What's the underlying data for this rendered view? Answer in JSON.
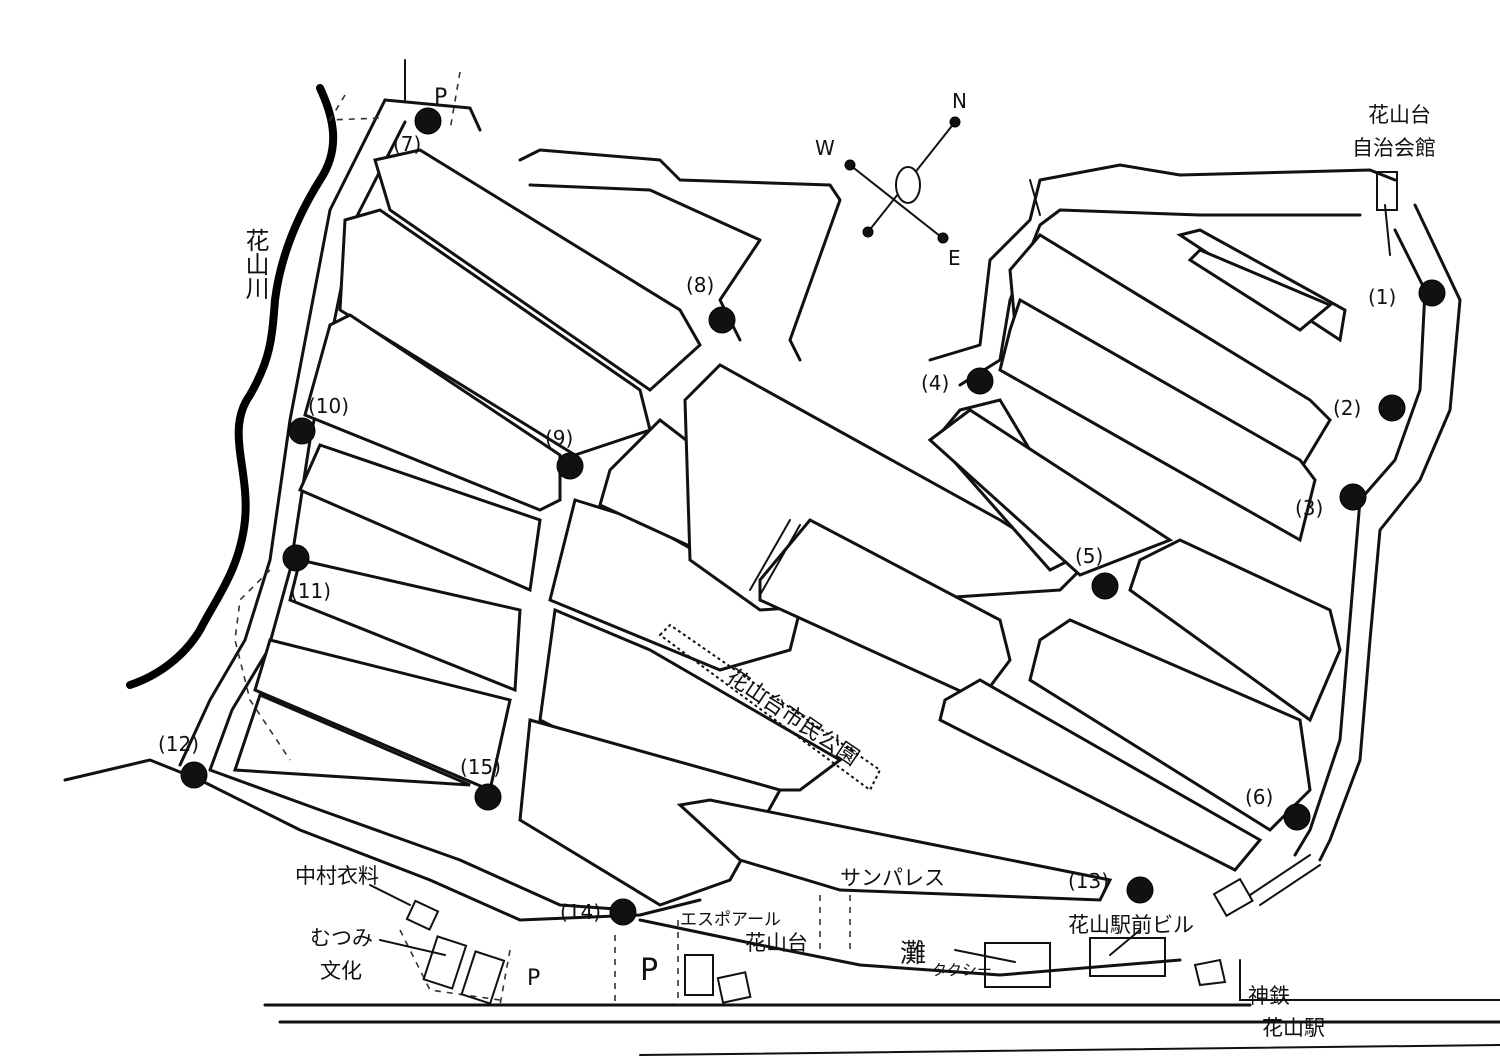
{
  "stops": [
    {
      "id": "1",
      "label": "(1)"
    },
    {
      "id": "2",
      "label": "(2)"
    },
    {
      "id": "3",
      "label": "(3)"
    },
    {
      "id": "4",
      "label": "(4)"
    },
    {
      "id": "5",
      "label": "(5)"
    },
    {
      "id": "6",
      "label": "(6)"
    },
    {
      "id": "7",
      "label": "(7)"
    },
    {
      "id": "8",
      "label": "(8)"
    },
    {
      "id": "9",
      "label": "(9)"
    },
    {
      "id": "10",
      "label": "(10)"
    },
    {
      "id": "11",
      "label": "(11)"
    },
    {
      "id": "12",
      "label": "(12)"
    },
    {
      "id": "13",
      "label": "(13)"
    },
    {
      "id": "14",
      "label": "(14)"
    },
    {
      "id": "15",
      "label": "(15)"
    }
  ],
  "places": {
    "hall_line1": "花山台",
    "hall_line2": "自治会館",
    "river": "花山川",
    "park": "花山台市民公園",
    "sunpalace": "サンパレス",
    "espoir_line1": "エスポアール",
    "espoir_line2": "花山台",
    "station_building": "花山駅前ビル",
    "taxi_main": "灘",
    "taxi_sub": "タクシー",
    "nakamura": "中村衣料",
    "mutsumi_line1": "むつみ",
    "mutsumi_line2": "文化",
    "station_line1": "神鉄",
    "station_line2": "花山駅",
    "parking_mark": "P"
  },
  "compass": {
    "n": "N",
    "e": "E",
    "w": "W"
  },
  "colors": {
    "ink": "#111111",
    "paper": "#ffffff"
  }
}
